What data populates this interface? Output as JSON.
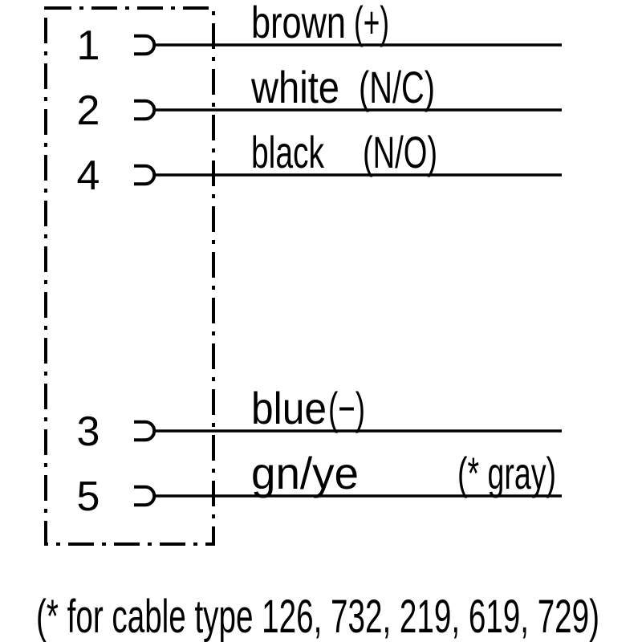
{
  "diagram": {
    "kind": "connector-pin-wiring-diagram",
    "background_color": "#ffffff",
    "line_color": "#000000",
    "connector": {
      "outline_style": "dash-dot",
      "icon": "connector-outline"
    },
    "pins": [
      {
        "pin": "1",
        "color": "brown",
        "annotation": "(+)"
      },
      {
        "pin": "2",
        "color": "white",
        "annotation": "(N/C)"
      },
      {
        "pin": "4",
        "color": "black",
        "annotation": "(N/O)"
      },
      {
        "pin": "3",
        "color": "blue",
        "annotation": "(−)"
      },
      {
        "pin": "5",
        "color": "gn/ye",
        "annotation": "(* gray)"
      }
    ],
    "footnote": "(* for cable type 126, 732, 219, 619, 729)"
  }
}
